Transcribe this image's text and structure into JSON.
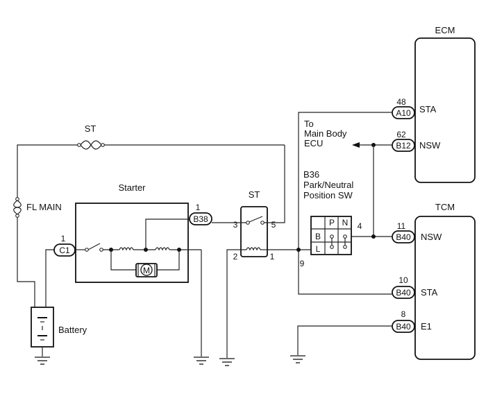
{
  "components": {
    "ecm": "ECM",
    "tcm": "TCM",
    "starter": "Starter",
    "st_relay": "ST",
    "st_fuse": "ST",
    "fl_main": "FL MAIN",
    "battery": "Battery",
    "motor": "M",
    "to_main_body_line1": "To",
    "to_main_body_line2": "Main Body",
    "to_main_body_line3": "ECU",
    "park_neutral_line1": "B36",
    "park_neutral_line2": "Park/Neutral",
    "park_neutral_line3": "Position SW"
  },
  "connectors": {
    "c1": "C1",
    "b38": "B38",
    "a10": "A10",
    "b12": "B12",
    "b40_nsw": "B40",
    "b40_sta": "B40",
    "b40_e1": "B40"
  },
  "pins": {
    "c1_pin": "1",
    "b38_pin": "1",
    "relay_3": "3",
    "relay_5": "5",
    "relay_2": "2",
    "relay_1": "1",
    "sw_4": "4",
    "junction_9": "9",
    "a10_pin": "48",
    "b12_pin": "62",
    "b40_nsw_pin": "11",
    "b40_sta_pin": "10",
    "b40_e1_pin": "8"
  },
  "signals": {
    "ecm_sta": "STA",
    "ecm_nsw": "NSW",
    "tcm_nsw": "NSW",
    "tcm_sta": "STA",
    "tcm_e1": "E1"
  },
  "switch_grid": {
    "col_p": "P",
    "col_n": "N",
    "row_b": "B",
    "row_l": "L"
  }
}
